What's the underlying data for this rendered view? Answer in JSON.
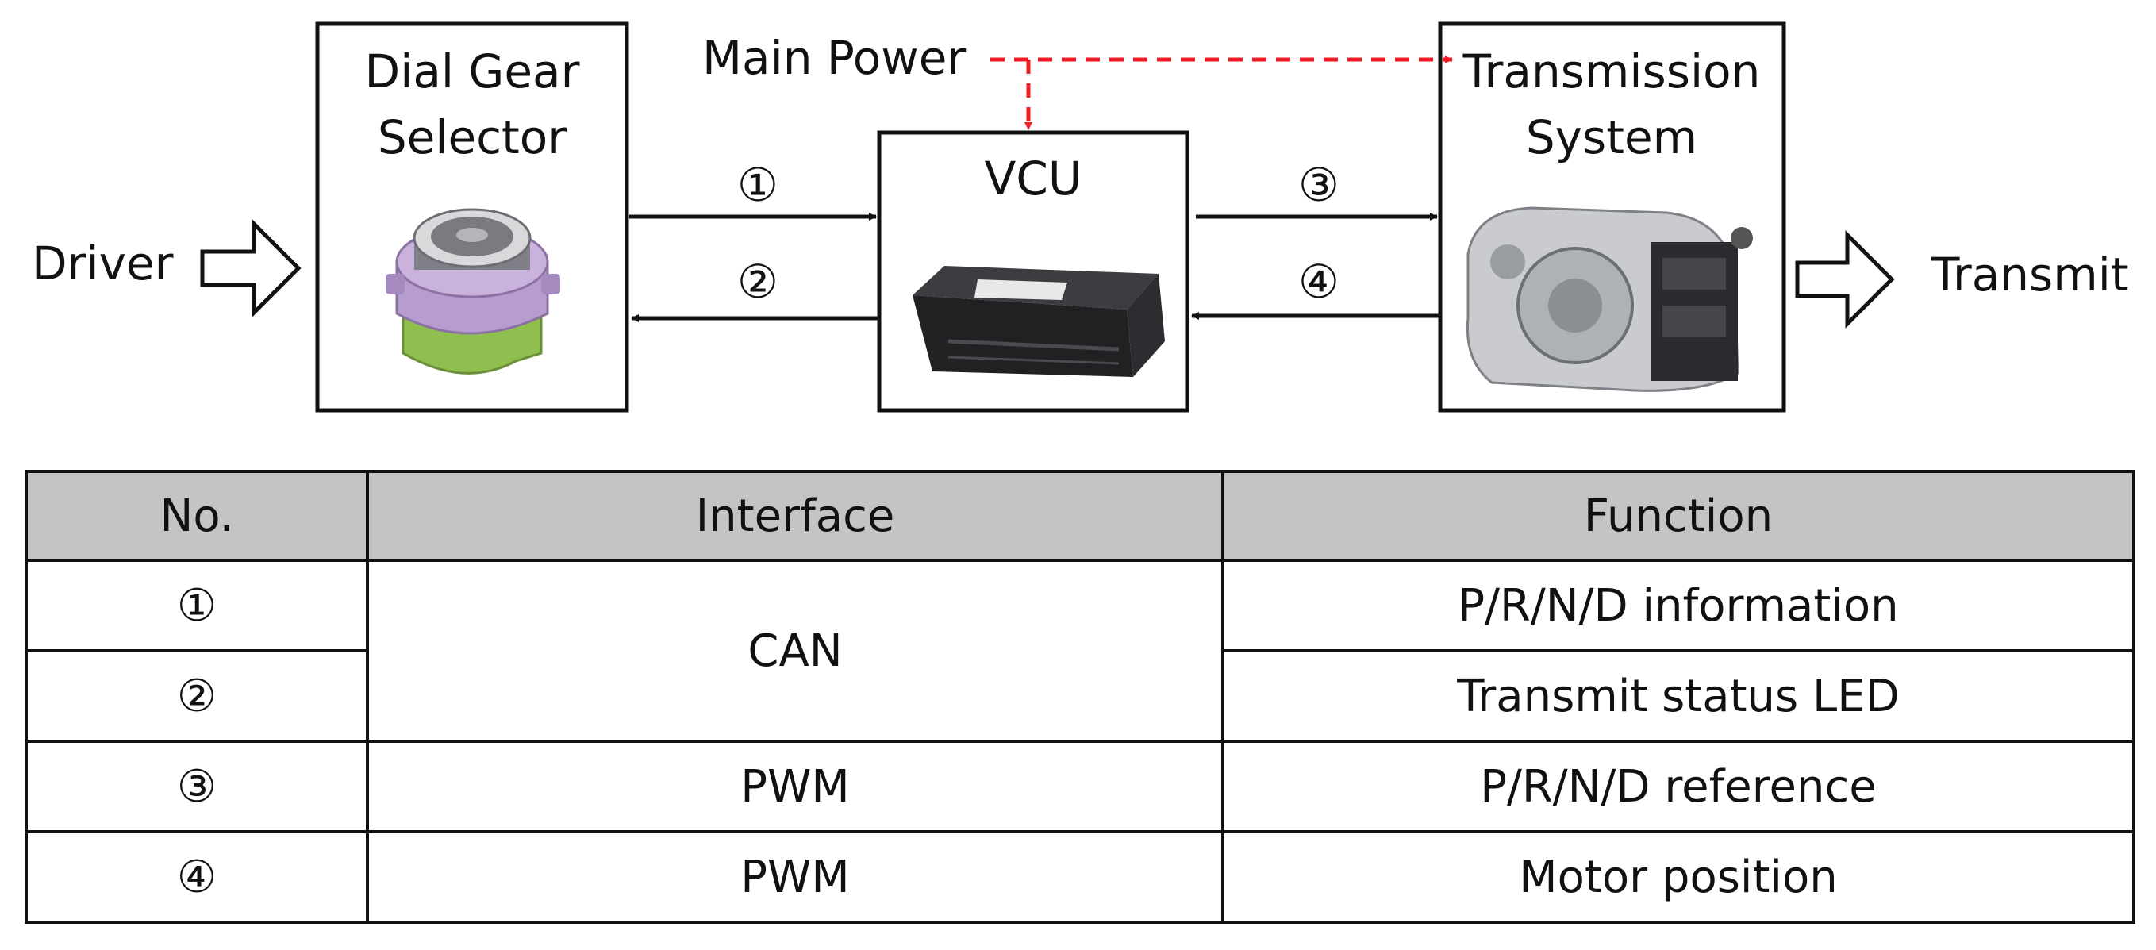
{
  "diagram": {
    "inputs": {
      "driver": "Driver",
      "transmit": "Transmit"
    },
    "power": "Main Power",
    "blocks": {
      "dial": {
        "line1": "Dial Gear",
        "line2": "Selector",
        "image": "dial-gear-selector-photo"
      },
      "vcu": {
        "label": "VCU",
        "image": "vcu-module-photo"
      },
      "trans": {
        "line1": "Transmission",
        "line2": "System",
        "image": "transmission-unit-photo"
      }
    },
    "signals": {
      "s1": "①",
      "s2": "②",
      "s3": "③",
      "s4": "④"
    },
    "colors": {
      "power_line": "#ee1c24",
      "dial_body": "#b79ccf",
      "dial_base": "#9cc95a"
    }
  },
  "table": {
    "headers": {
      "no": "No.",
      "interface": "Interface",
      "function": "Function"
    },
    "rows": [
      {
        "no": "①",
        "interface": "CAN",
        "function": "P/R/N/D information"
      },
      {
        "no": "②",
        "interface": "CAN",
        "function": "Transmit status LED"
      },
      {
        "no": "③",
        "interface": "PWM",
        "function": "P/R/N/D reference"
      },
      {
        "no": "④",
        "interface": "PWM",
        "function": "Motor position"
      }
    ],
    "header_bg": "#c4c4c4"
  }
}
